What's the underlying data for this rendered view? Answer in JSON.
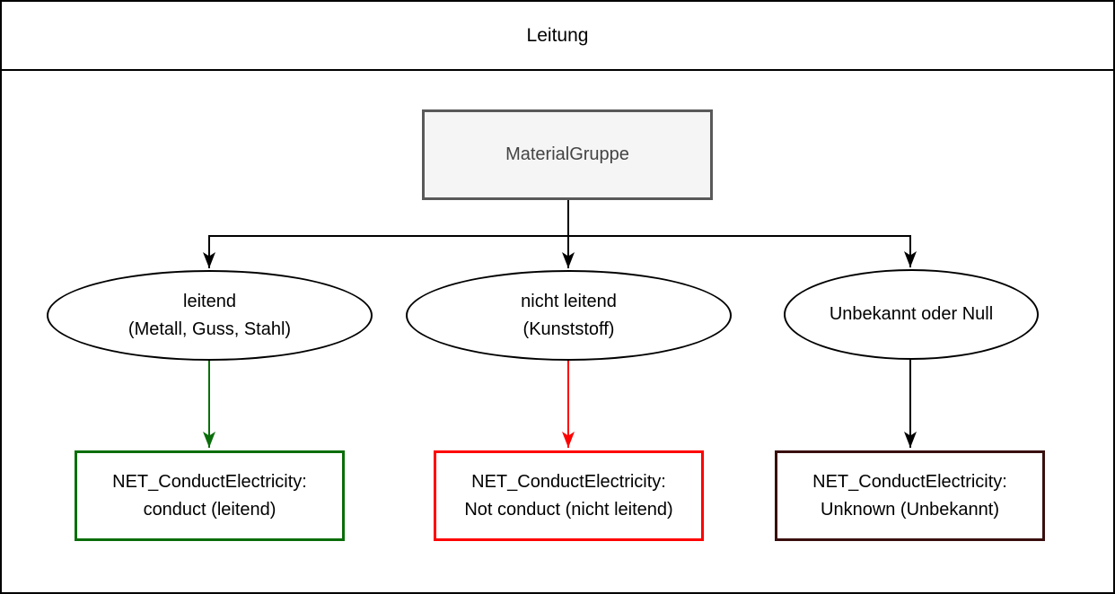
{
  "title": "Leitung",
  "root_node": {
    "label": "MaterialGruppe"
  },
  "branches": [
    {
      "condition_line1": "leitend",
      "condition_line2": "(Metall, Guss, Stahl)",
      "result_line1": "NET_ConductElectricity:",
      "result_line2": "conduct (leitend)",
      "arrow_color": "#0a6e0a"
    },
    {
      "condition_line1": "nicht leitend",
      "condition_line2": "(Kunststoff)",
      "result_line1": "NET_ConductElectricity:",
      "result_line2": "Not conduct (nicht leitend)",
      "arrow_color": "#ff0000"
    },
    {
      "condition_line1": "Unbekannt oder Null",
      "result_line1": "NET_ConductElectricity:",
      "result_line2": "Unknown (Unbekannt)",
      "arrow_color": "#000000"
    }
  ],
  "colors": {
    "black": "#000000",
    "green": "#0a6e0a",
    "red": "#ff0000",
    "dark_maroon": "#3a0f0f",
    "root_fill": "#f5f5f5",
    "root_border": "#595959"
  }
}
